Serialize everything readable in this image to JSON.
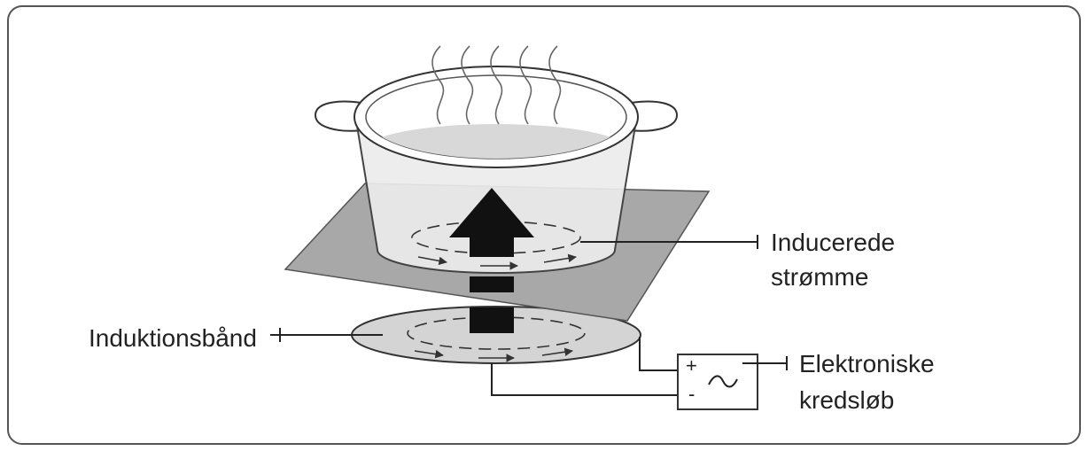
{
  "labels": {
    "induced_currents_line1": "Inducerede",
    "induced_currents_line2": "strømme",
    "induction_coil": "Induktionsbånd",
    "electronics_line1": "Elektroniske",
    "electronics_line2": "kredsløb",
    "plus": "+",
    "minus": "-"
  },
  "colors": {
    "plate": "#a8a8a8",
    "coil": "#d4d4d4",
    "pot_body": "#ececec",
    "water": "#d8d8d8",
    "arrow": "#111111"
  }
}
